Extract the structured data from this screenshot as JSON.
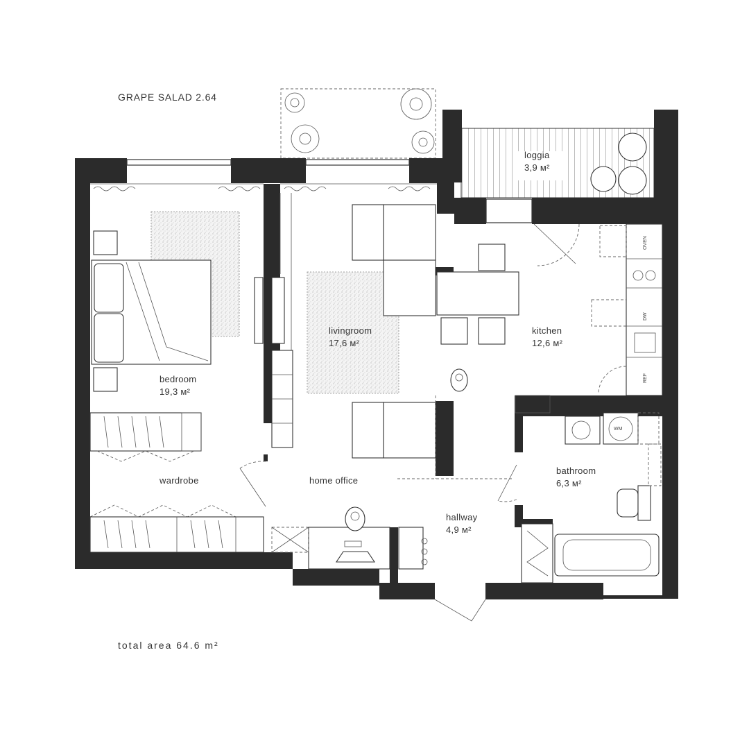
{
  "project_title": "GRAPE SALAD  2.64",
  "total_area": "total  area  64.6 m²",
  "rooms": {
    "loggia": {
      "name": "loggia",
      "area": "3,9 м²"
    },
    "bedroom": {
      "name": "bedroom",
      "area": "19,3 м²"
    },
    "livingroom": {
      "name": "livingroom",
      "area": "17,6 м²"
    },
    "kitchen": {
      "name": "kitchen",
      "area": "12,6 м²"
    },
    "wardrobe": {
      "name": "wardrobe"
    },
    "home_office": {
      "name": "home office"
    },
    "hallway": {
      "name": "hallway",
      "area": "4,9 м²"
    },
    "bathroom": {
      "name": "bathroom",
      "area": "6,3 м²"
    }
  },
  "appliances": {
    "oven": "OVEN",
    "dishwasher": "DW",
    "refrigerator": "REF",
    "washing_machine": "WM"
  },
  "colors": {
    "wall": "#2b2b2b",
    "line": "#333333",
    "background": "#ffffff"
  }
}
